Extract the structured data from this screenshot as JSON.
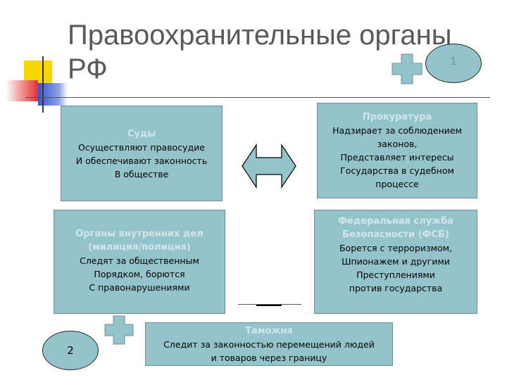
{
  "title": {
    "line1": "Правоохранительные органы",
    "line2": "РФ"
  },
  "badges": {
    "top": "1",
    "bottom": "2"
  },
  "colors": {
    "box_fill": "#93c4cb",
    "heading_text": "#d2e6ea",
    "title_text": "#595959",
    "deco_yellow": "#f5d800",
    "deco_red": "#e53030",
    "deco_blue": "#3a55c8"
  },
  "icons": [
    "cross-icon",
    "double-arrow-icon"
  ],
  "boxes": {
    "courts": {
      "heading": "Суды",
      "lines": [
        "Осуществляют правосудие",
        "И обеспечивают законность",
        "В обществе"
      ]
    },
    "prosecutor": {
      "heading": "Прокуратура",
      "lines": [
        "Надзирает за соблюдением",
        "законов,",
        "Представляет интересы",
        "Государства в судебном",
        "процессе"
      ]
    },
    "police": {
      "heading1": "Органы внутренних дел",
      "heading2": "(милиция/полиция)",
      "lines": [
        "Следят за общественным",
        "Порядком, борются",
        "С правонарушениями"
      ]
    },
    "fsb": {
      "heading1": "Федеральная служба",
      "heading2": "Безопасности (ФСБ)",
      "lines": [
        "Борется с терроризмом,",
        "Шпионажем и другими",
        "Преступлениями",
        "против государства"
      ]
    },
    "customs": {
      "heading": "Таможня",
      "lines": [
        "Следит за законностью перемещений людей",
        "и товаров через границу"
      ]
    }
  }
}
